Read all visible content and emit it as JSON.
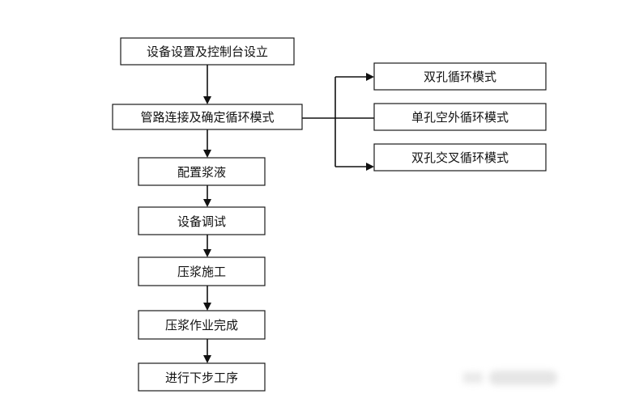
{
  "nodes": {
    "setup": "设备设置及控制台设立",
    "piping": "管路连接及确定循环模式",
    "mix": "配置浆液",
    "debug": "设备调试",
    "grouting": "压浆施工",
    "done": "压浆作业完成",
    "next": "进行下步工序",
    "double_loop": "双孔循环模式",
    "single_outer": "单孔空外循环模式",
    "double_cross": "双孔交叉循环模式"
  }
}
